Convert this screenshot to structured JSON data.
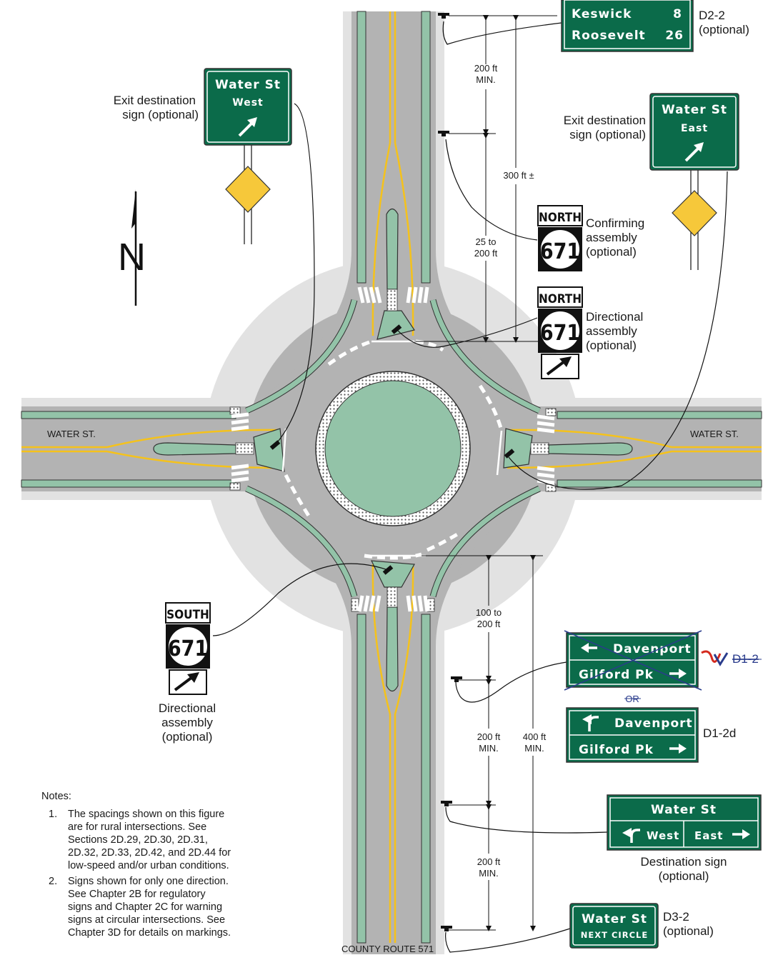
{
  "roads": {
    "west_name": "WATER ST.",
    "east_name": "WATER ST.",
    "south_name": "COUNTY ROUTE 571"
  },
  "north_arrow": {
    "letter": "N"
  },
  "labels": {
    "exit_west": [
      "Exit destination",
      "sign (optional)"
    ],
    "exit_east": [
      "Exit destination",
      "sign (optional)"
    ],
    "confirming": [
      "Confirming",
      "assembly",
      "(optional)"
    ],
    "directional_north": [
      "Directional",
      "assembly",
      "(optional)"
    ],
    "directional_south": [
      "Directional",
      "assembly",
      "(optional)"
    ],
    "d2_2": [
      "D2-2",
      "(optional)"
    ],
    "d1_2": "D1-2",
    "or": "OR",
    "d1_2d": "D1-2d",
    "destination": [
      "Destination sign",
      "(optional)"
    ],
    "d3_2": [
      "D3-2",
      "(optional)"
    ]
  },
  "dimensions": {
    "d200a": [
      "200 ft",
      "MIN."
    ],
    "d25": [
      "25 to",
      "200 ft"
    ],
    "d300": "300 ft ±",
    "d100": [
      "100 to",
      "200 ft"
    ],
    "d200b": [
      "200 ft",
      "MIN."
    ],
    "d400": [
      "400 ft",
      "MIN."
    ],
    "d200c": [
      "200 ft",
      "MIN."
    ]
  },
  "signs": {
    "d2_2": {
      "row1": [
        "Keswick",
        "8"
      ],
      "row2": [
        "Roosevelt",
        "26"
      ]
    },
    "exit_west": {
      "line1": "Water St",
      "line2": "West"
    },
    "exit_east": {
      "line1": "Water St",
      "line2": "East"
    },
    "route_north_1": {
      "cardinal": "NORTH",
      "number": "671"
    },
    "route_north_2": {
      "cardinal": "NORTH",
      "number": "671"
    },
    "route_south": {
      "cardinal": "SOUTH",
      "number": "671"
    },
    "d1_2": {
      "row1": "Davenport",
      "row2": "Gilford Pk"
    },
    "d1_2d": {
      "row1": "Davenport",
      "row2": "Gilford Pk"
    },
    "destination": {
      "title": "Water St",
      "left": "West",
      "right": "East"
    },
    "d3_2": {
      "line1": "Water St",
      "line2": "NEXT CIRCLE"
    }
  },
  "notes": {
    "heading": "Notes:",
    "items": [
      {
        "num": "1.",
        "lines": [
          "The spacings shown on this figure",
          "are for rural intersections. See",
          "Sections 2D.29, 2D.30, 2D.31,",
          "2D.32, 2D.33, 2D.42, and 2D.44 for",
          "low-speed and/or urban conditions."
        ]
      },
      {
        "num": "2.",
        "lines": [
          "Signs shown for only one direction.",
          "See Chapter 2B for regulatory",
          "signs and Chapter 2C for warning",
          "signs at circular intersections. See",
          "Chapter 3D for details on markings."
        ]
      }
    ]
  },
  "colors": {
    "guide_green": "#0b6b4a",
    "island_green": "#93c3a8",
    "pavement": "#b3b3b3",
    "shoulder": "#e2e2e2",
    "yellow_line": "#f5c21b",
    "warning_yellow": "#f6c83a",
    "cross_out": "#2a3c8c",
    "red_check": "#d42a1e"
  }
}
